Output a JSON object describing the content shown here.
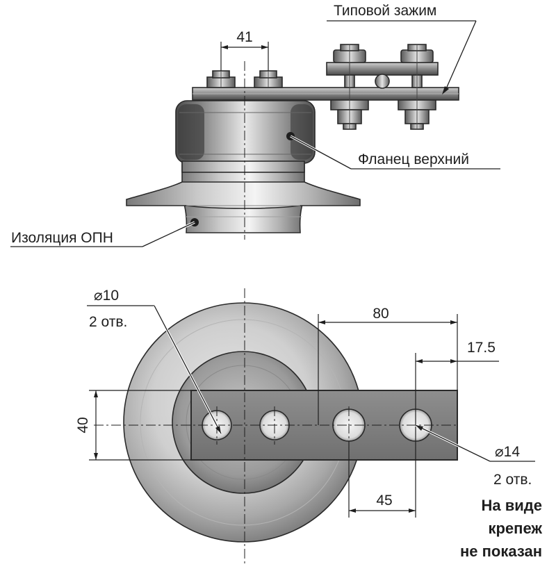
{
  "labels": {
    "clamp": "Типовой зажим",
    "flange": "Фланец верхний",
    "insulation": "Изоляция ОПН",
    "hole_small_dia": "⌀10",
    "hole_small_count": "2 отв.",
    "hole_large_dia": "⌀14",
    "hole_large_count": "2 отв.",
    "note_line1": "На виде",
    "note_line2": "крепеж",
    "note_line3": "не показан"
  },
  "dimensions": {
    "bolt_spacing_top": "41",
    "bar_width": "40",
    "hole_span": "80",
    "end_offset": "17.5",
    "hole_pitch": "45"
  }
}
